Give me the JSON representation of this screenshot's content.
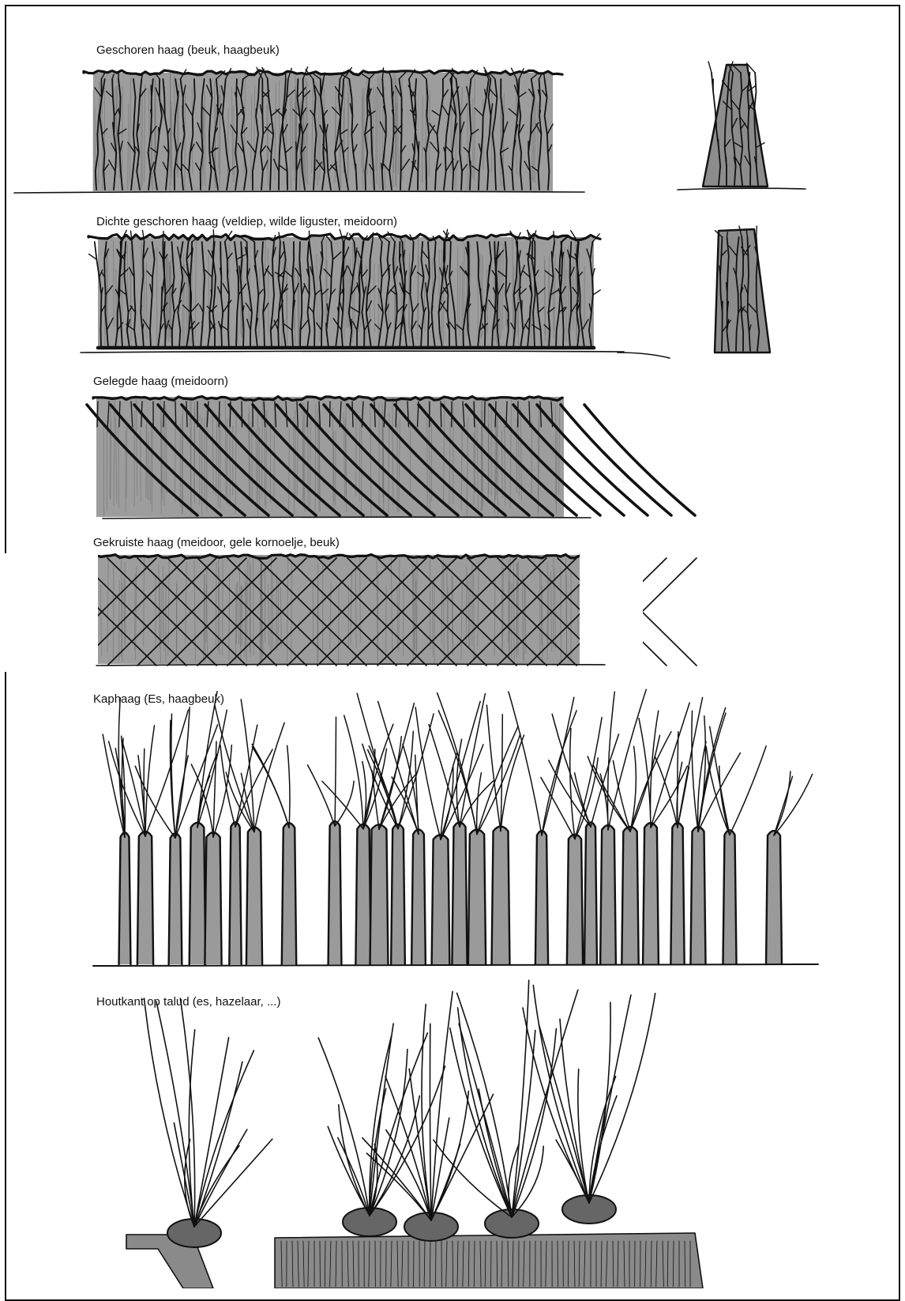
{
  "sections": [
    {
      "label": "Geschoren haag (beuk, haagbeuk)"
    },
    {
      "label": "Dichte geschoren haag (veldiep, wilde liguster, meidoorn)"
    },
    {
      "label": "Gelegde haag (meidoorn)"
    },
    {
      "label": "Gekruiste haag (meidoor, gele kornoelje, beuk)"
    },
    {
      "label": "Kaphaag (Es, haagbeuk)"
    },
    {
      "label": "Houtkant op talud (es, hazelaar, ...)"
    }
  ],
  "colors": {
    "ink": "#111111",
    "foliage": "#8c8c8c",
    "foliage_dark": "#6e6e6e",
    "trunk": "#9a9a9a",
    "soil": "#8a8a8a",
    "paper": "#ffffff"
  }
}
